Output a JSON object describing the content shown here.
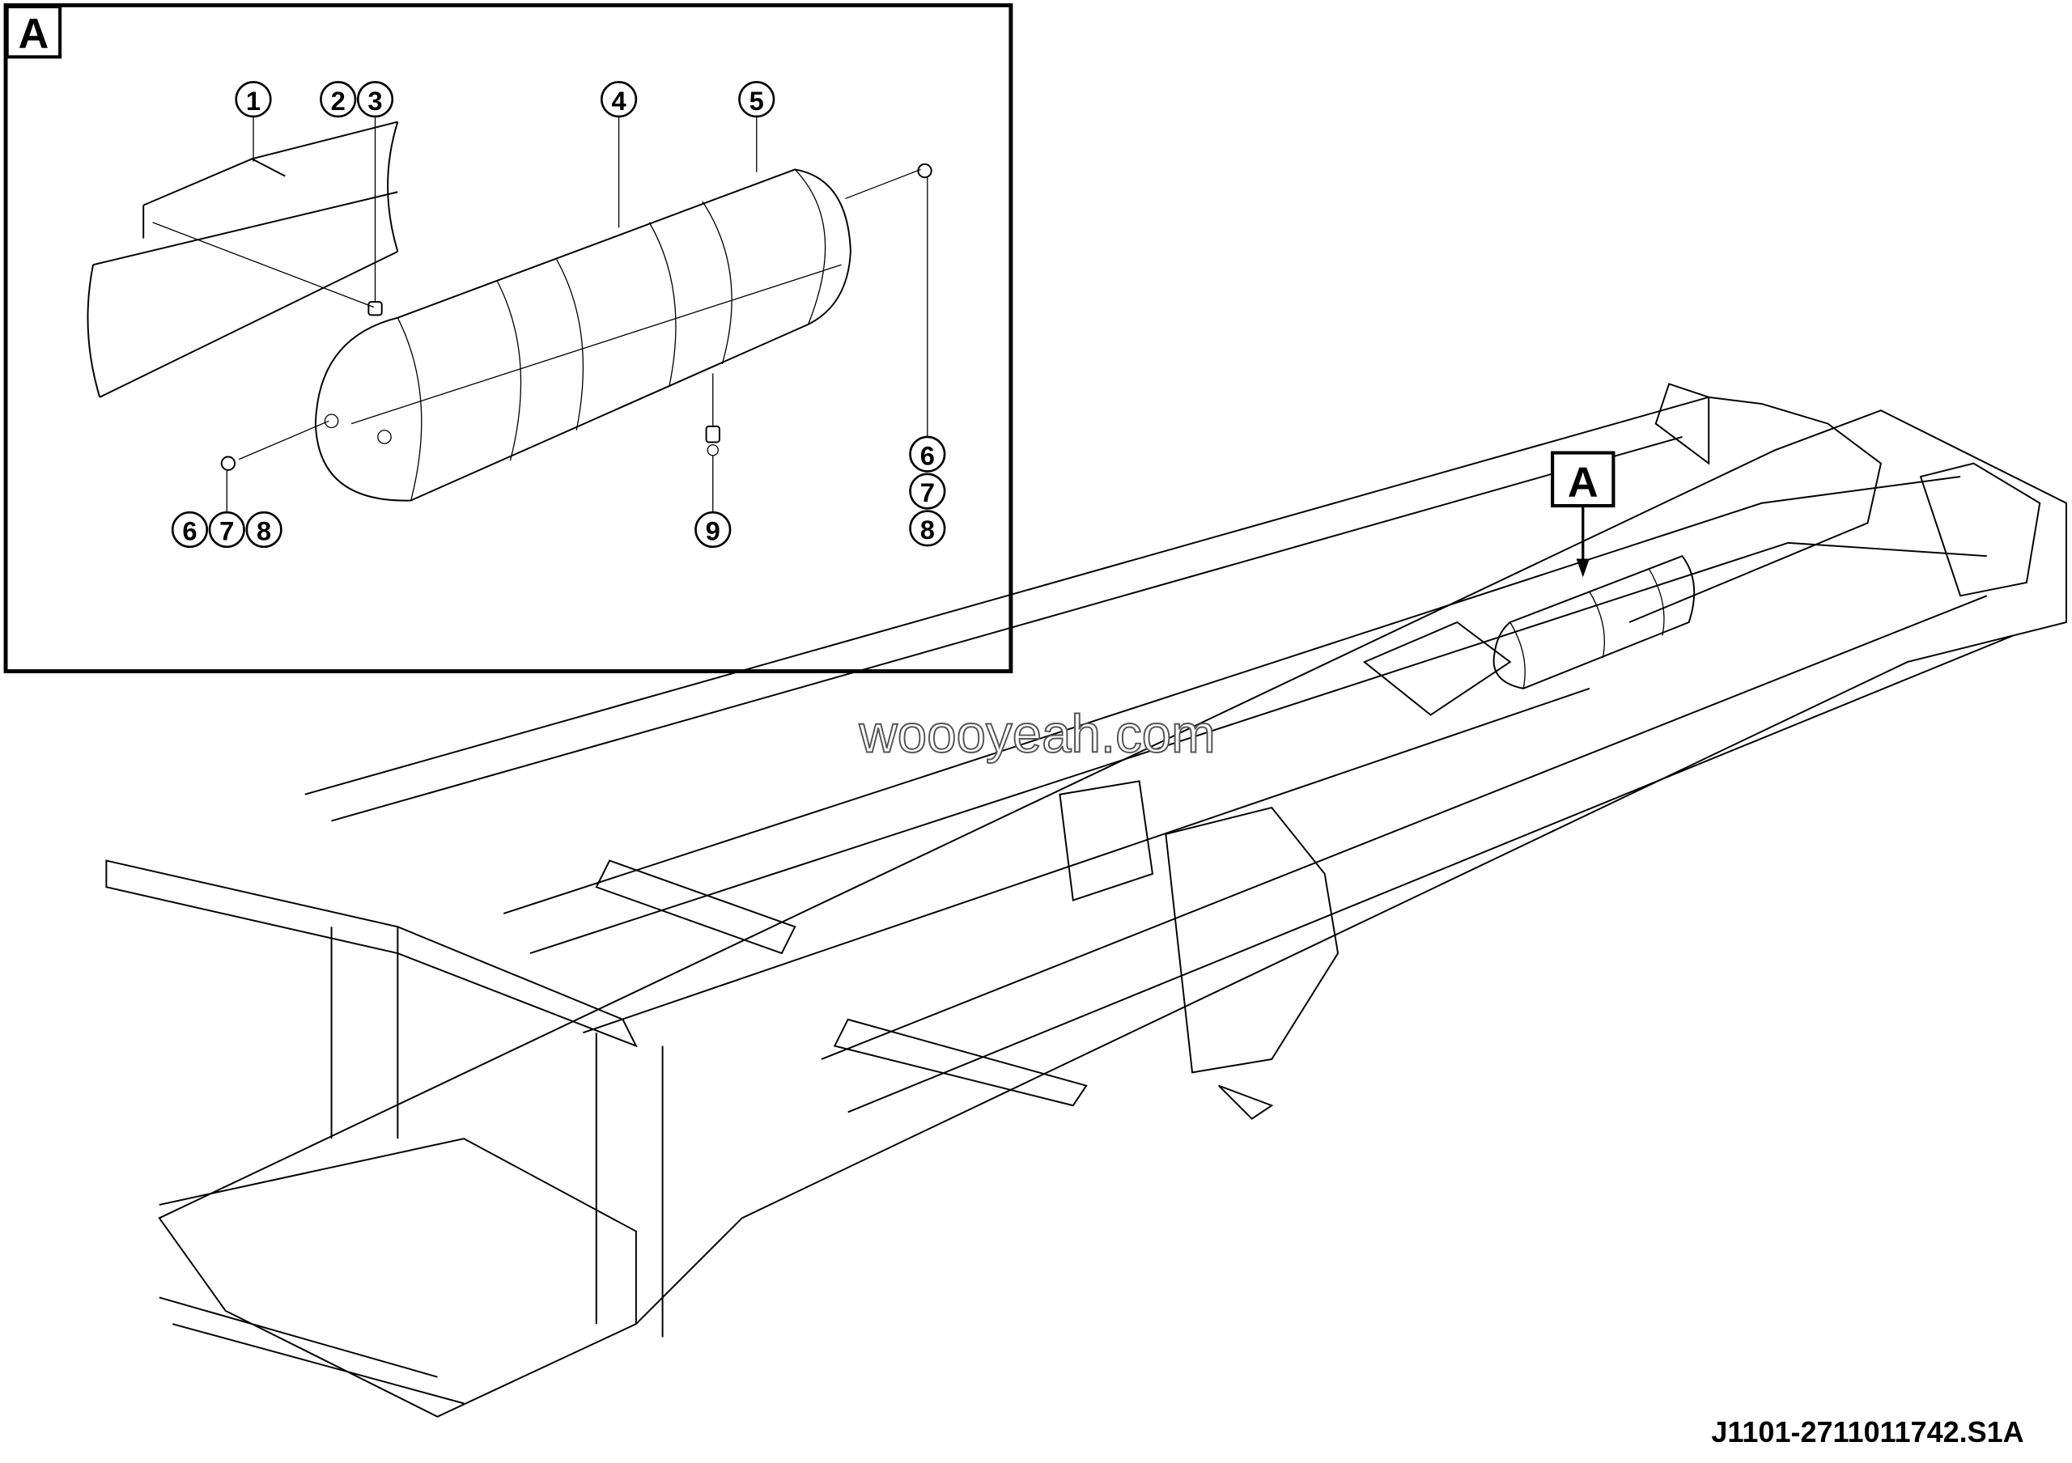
{
  "inset": {
    "view_label": "A",
    "callouts": {
      "c1": "1",
      "c2": "2",
      "c3": "3",
      "c4": "4",
      "c5": "5",
      "left_6": "6",
      "left_7": "7",
      "left_8": "8",
      "c9": "9",
      "right_6": "6",
      "right_7": "7",
      "right_8": "8"
    }
  },
  "main": {
    "view_marker": "A",
    "watermark": "woooyeah.com",
    "drawing_number": "J1101-2711011742.S1A"
  }
}
